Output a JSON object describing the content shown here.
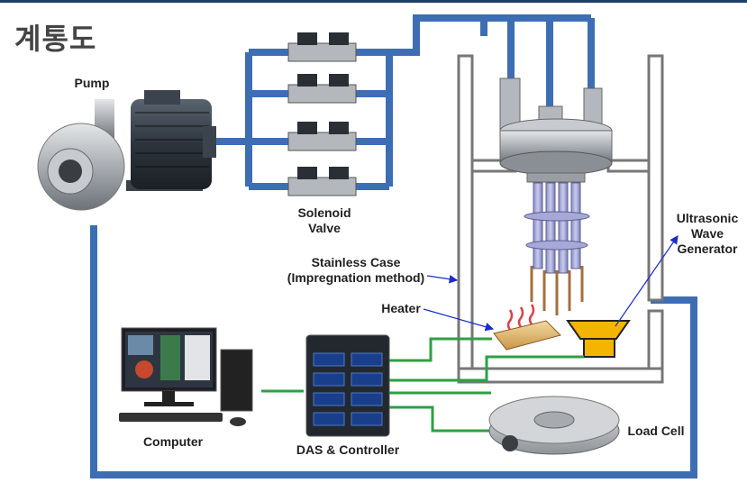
{
  "title": "계통도",
  "labels": {
    "pump": "Pump",
    "valve_line1": "Solenoid",
    "valve_line2": "Valve",
    "case_line1": "Stainless Case",
    "case_line2": "(Impregnation method)",
    "heater": "Heater",
    "ultra_line1": "Ultrasonic",
    "ultra_line2": "Wave",
    "ultra_line3": "Generator",
    "computer": "Computer",
    "das": "DAS & Controller",
    "loadcell": "Load Cell"
  },
  "colors": {
    "pipe": "#3d6eb4",
    "signal": "#2ea043",
    "arrow": "#1a2ccc",
    "case": "#777777",
    "title_bar": "#1f3f6b"
  }
}
